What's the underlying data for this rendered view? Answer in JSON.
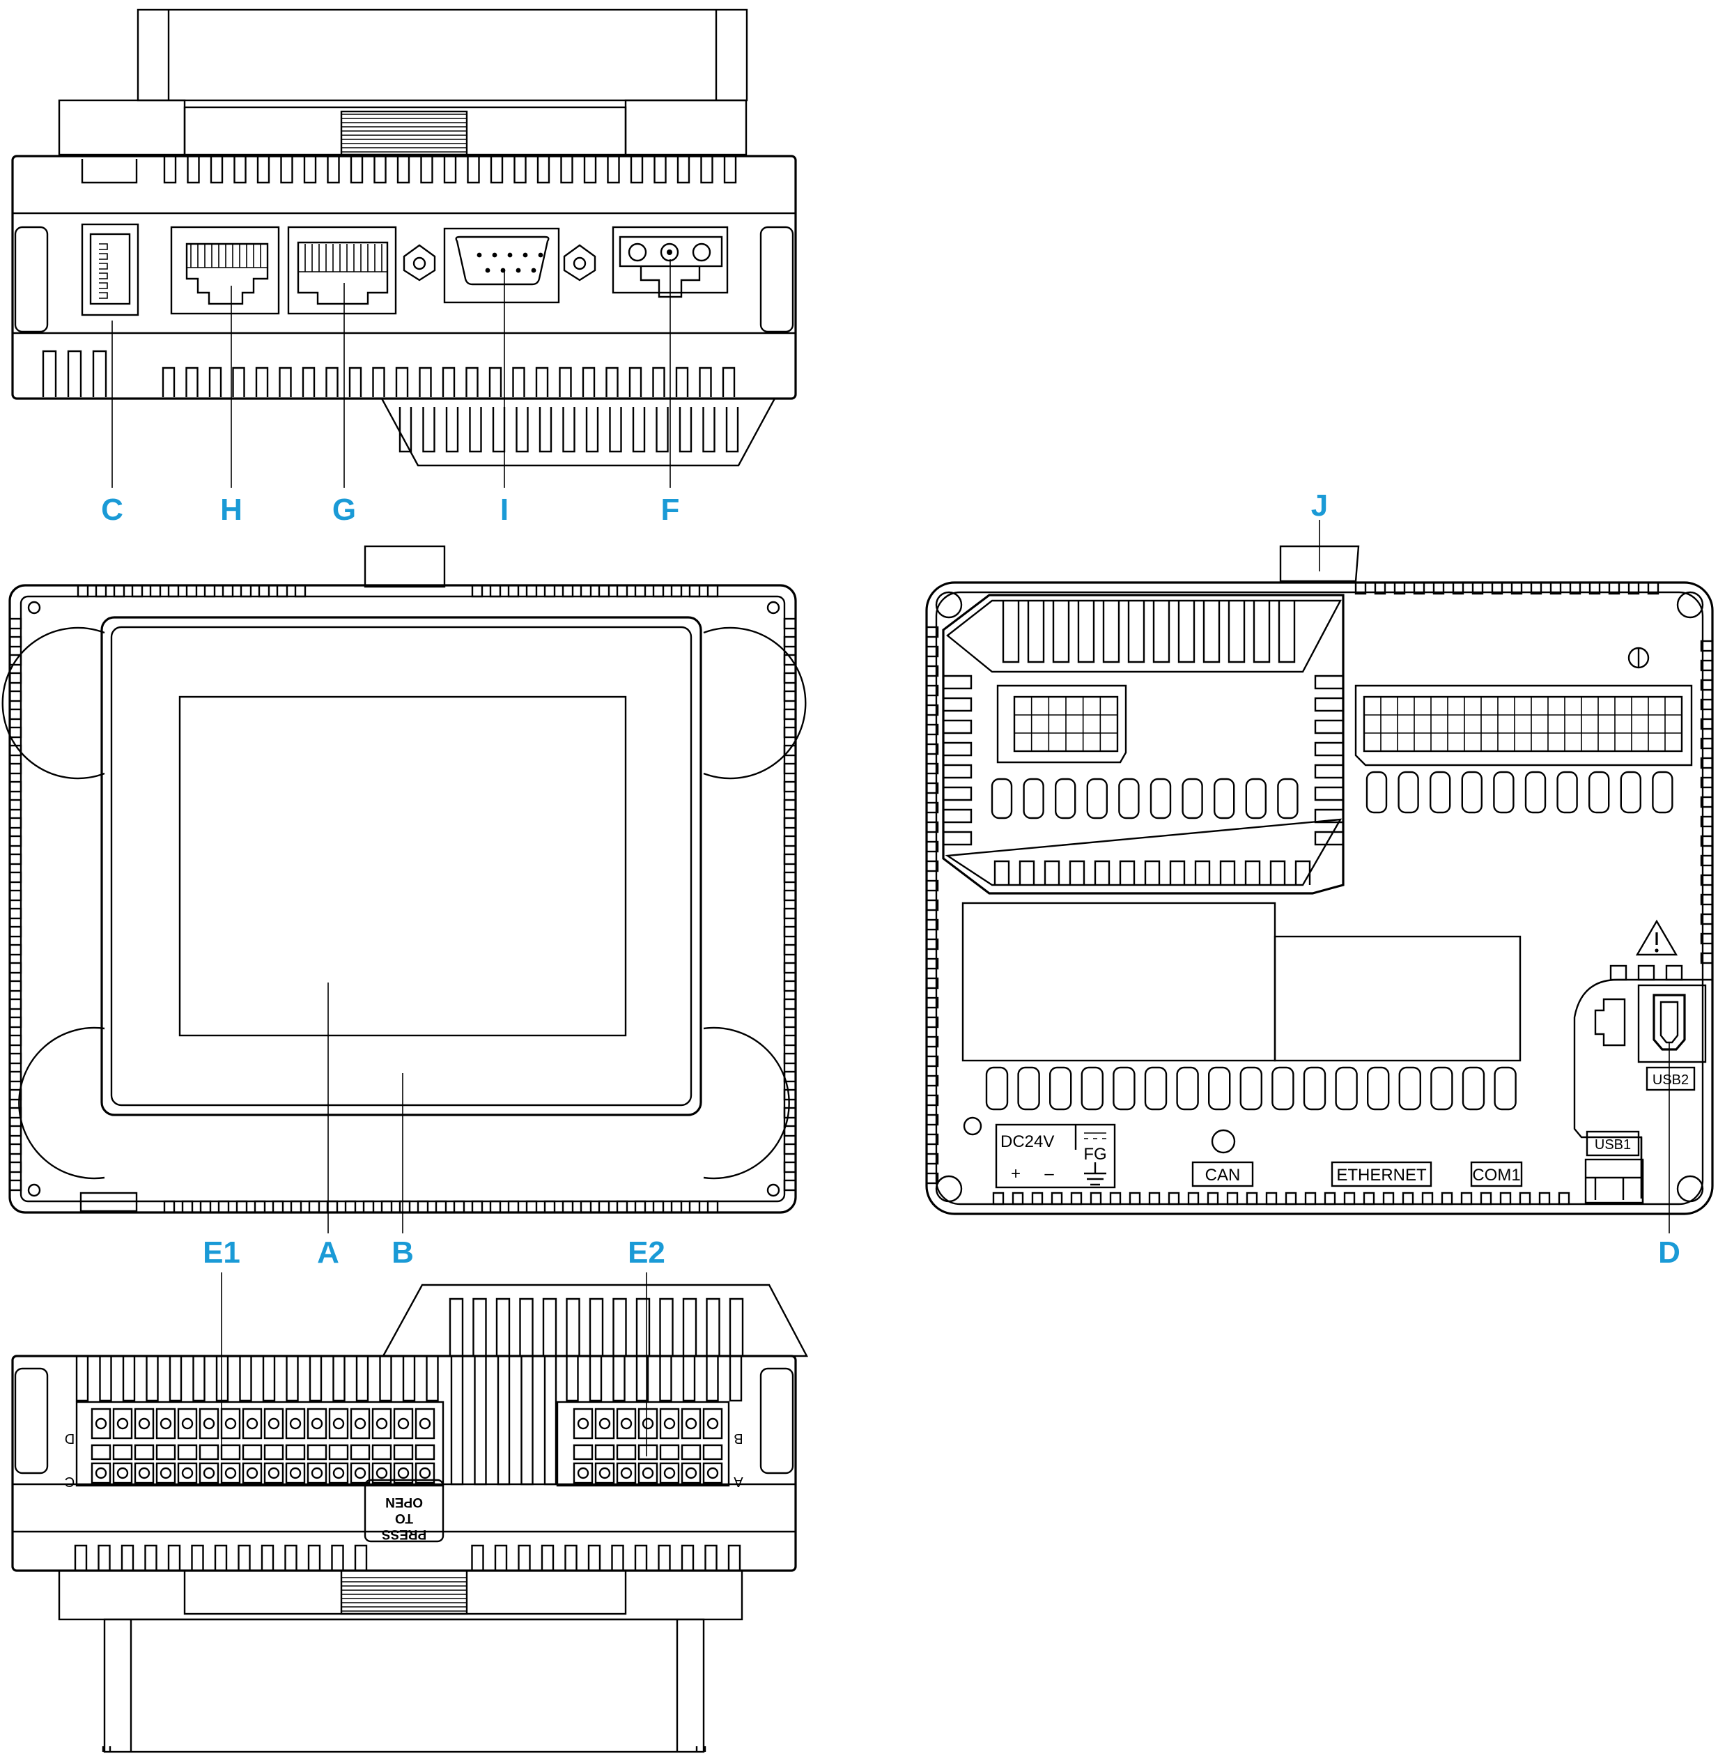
{
  "callouts": {
    "C": "C",
    "H": "H",
    "G": "G",
    "I": "I",
    "F": "F",
    "J": "J",
    "A": "A",
    "B": "B",
    "D": "D",
    "E1": "E1",
    "E2": "E2"
  },
  "rear_labels": {
    "power": "DC24V",
    "power_plus": "+",
    "power_minus": "–",
    "fg": "FG",
    "can": "CAN",
    "ethernet": "ETHERNET",
    "com1": "COM1",
    "usb1": "USB1",
    "usb2": "USB2"
  },
  "bottom_labels": {
    "press": "PRESS",
    "to": "TO",
    "open": "OPEN",
    "row_d_left": "D",
    "row_c_left": "C",
    "row_b_right": "B",
    "row_a_right": "A"
  },
  "colors": {
    "callout": "#1a9ad6",
    "line": "#000000",
    "background": "#ffffff"
  }
}
